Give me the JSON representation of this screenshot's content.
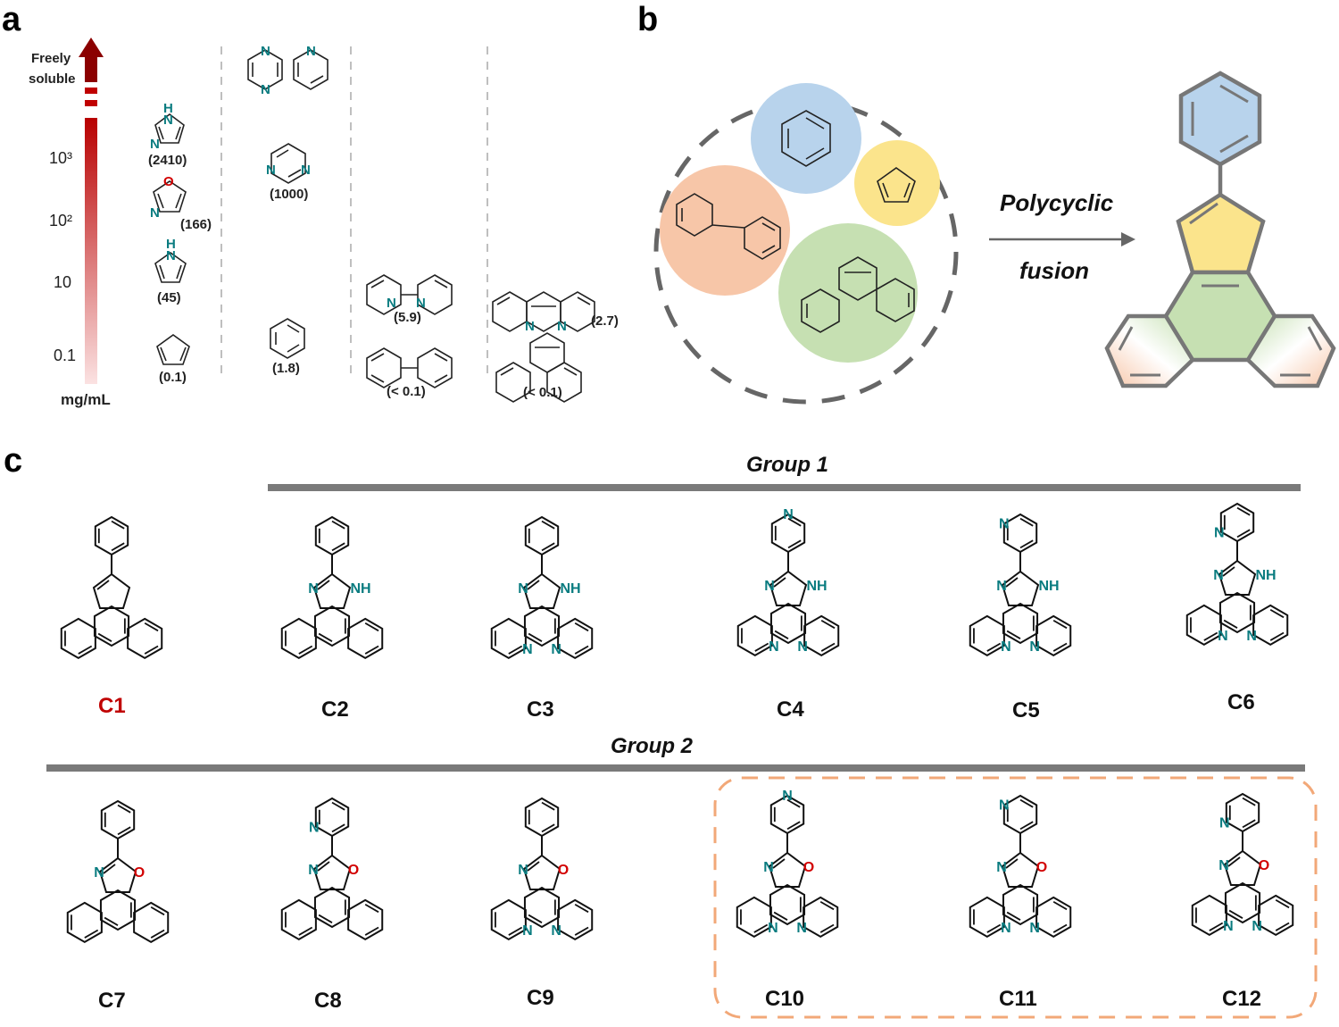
{
  "panels": {
    "a": "a",
    "b": "b",
    "c": "c"
  },
  "panel_a": {
    "top_label_1": "Freely",
    "top_label_2": "soluble",
    "axis_ticks": [
      "10³",
      "10²",
      "10",
      "0.1"
    ],
    "unit": "mg/mL",
    "values": {
      "imidazole": "(2410)",
      "oxazole": "(166)",
      "pyrrole": "(45)",
      "cyclopentadiene": "(0.1)",
      "pyrimidine": "(1000)",
      "benzene": "(1.8)",
      "bipyridine": "(5.9)",
      "biphenyl": "(< 0.1)",
      "phenanthroline": "(2.7)",
      "phenanthrene": "(< 0.1)"
    },
    "colors": {
      "arrow_dark": "#8b0000",
      "arrow_light": "#f6d0d0",
      "nitrogen": "#0a7c80",
      "oxygen": "#d20000"
    }
  },
  "panel_b": {
    "arrow_label_1": "Polycyclic",
    "arrow_label_2": "fusion",
    "colors": {
      "blue": "#b8d3ec",
      "yellow": "#fbe48c",
      "orange": "#f7c6a8",
      "green": "#c6e0b2"
    }
  },
  "panel_c": {
    "group1": "Group 1",
    "group2": "Group 2",
    "compounds": [
      "C1",
      "C2",
      "C3",
      "C4",
      "C5",
      "C6",
      "C7",
      "C8",
      "C9",
      "C10",
      "C11",
      "C12"
    ],
    "colors": {
      "c1_label": "#c00000",
      "highlight_box": "#f2a878",
      "group_bar": "#7a7a7a"
    }
  }
}
